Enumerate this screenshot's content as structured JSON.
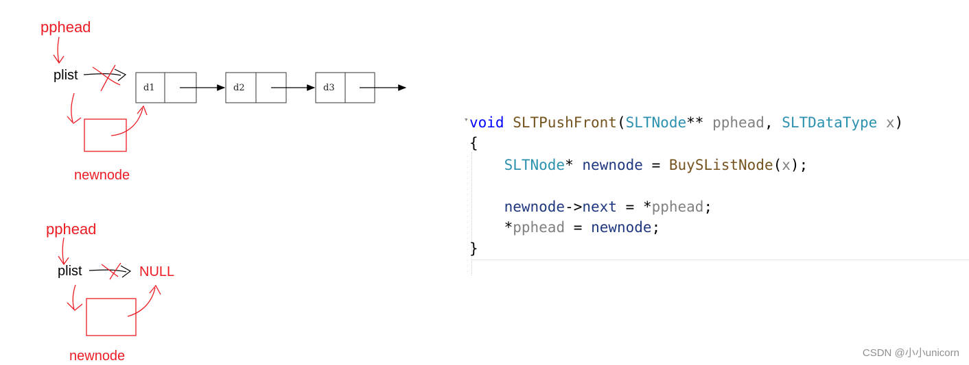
{
  "diagram_top": {
    "pphead": "pphead",
    "plist": "plist",
    "newnode": "newnode",
    "nodes": [
      "d1",
      "d2",
      "d3"
    ]
  },
  "diagram_bottom": {
    "pphead": "pphead",
    "plist": "plist",
    "null_label": "NULL",
    "newnode": "newnode"
  },
  "code": {
    "line1": {
      "kw_void": "void",
      "fn_name": "SLTPushFront",
      "paren_open": "(",
      "type1": "SLTNode",
      "stars": "**",
      "param1": "pphead",
      "comma": ",",
      "type2": "SLTDataType",
      "param2": "x",
      "paren_close": ")"
    },
    "line2": "{",
    "line3": {
      "type": "SLTNode",
      "star": "*",
      "var": "newnode",
      "eq": "=",
      "fn": "BuySListNode",
      "open": "(",
      "arg": "x",
      "close": ");"
    },
    "line4": {
      "var": "newnode",
      "arrow": "->",
      "field": "next",
      "eq": "=",
      "star": "*",
      "param": "pphead",
      "semi": ";"
    },
    "line5": {
      "star": "*",
      "param": "pphead",
      "eq": "=",
      "var": "newnode",
      "semi": ";"
    },
    "line6": "}"
  },
  "watermark": "CSDN @小小unicorn",
  "colors": {
    "annotation_red": "#ec1c24",
    "keyword": "#0000ff",
    "type": "#2b91af",
    "function": "#74531f",
    "parameter": "#808080",
    "variable": "#1f377f"
  }
}
